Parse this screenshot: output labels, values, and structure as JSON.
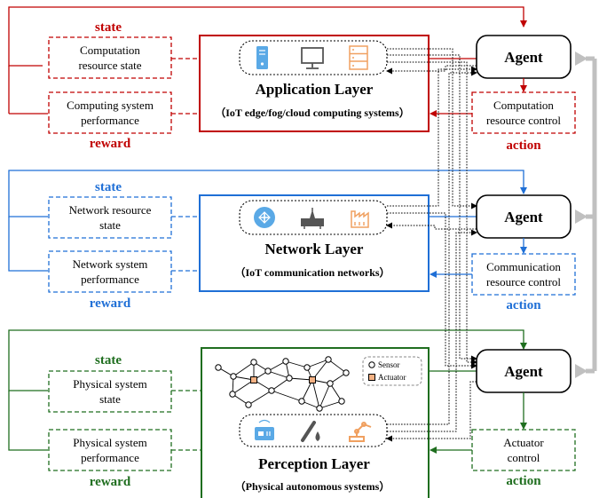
{
  "colors": {
    "application": "#c00000",
    "network": "#1f6fd6",
    "perception": "#1f6e1f",
    "bus": "#c0c0c0"
  },
  "application": {
    "title": "Application Layer",
    "subtitle": "（IoT edge/fog/cloud computing systems）",
    "state_box": [
      "Computation",
      "resource state"
    ],
    "reward_box": [
      "Computing system",
      "performance"
    ],
    "action_box": [
      "Computation",
      "resource control"
    ],
    "state_label": "state",
    "reward_label": "reward",
    "action_label": "action",
    "agent": "Agent",
    "icons": [
      "server-icon",
      "monitor-icon",
      "rack-icon"
    ]
  },
  "network": {
    "title": "Network Layer",
    "subtitle": "（IoT communication networks）",
    "state_box": [
      "Network resource",
      "state"
    ],
    "reward_box": [
      "Network system",
      "performance"
    ],
    "action_box": [
      "Communication",
      "resource control"
    ],
    "state_label": "state",
    "reward_label": "reward",
    "action_label": "action",
    "agent": "Agent",
    "icons": [
      "router-icon",
      "switch-icon",
      "factory-icon"
    ]
  },
  "perception": {
    "title": "Perception Layer",
    "subtitle": "（Physical autonomous systems）",
    "state_box": [
      "Physical system",
      "state"
    ],
    "reward_box": [
      "Physical system",
      "performance"
    ],
    "action_box": [
      "Actuator",
      "control"
    ],
    "state_label": "state",
    "reward_label": "reward",
    "action_label": "action",
    "agent": "Agent",
    "legend_sensor": "Sensor",
    "legend_actuator": "Actuator",
    "icons": [
      "device-icon",
      "water-icon",
      "robot-arm-icon"
    ]
  }
}
